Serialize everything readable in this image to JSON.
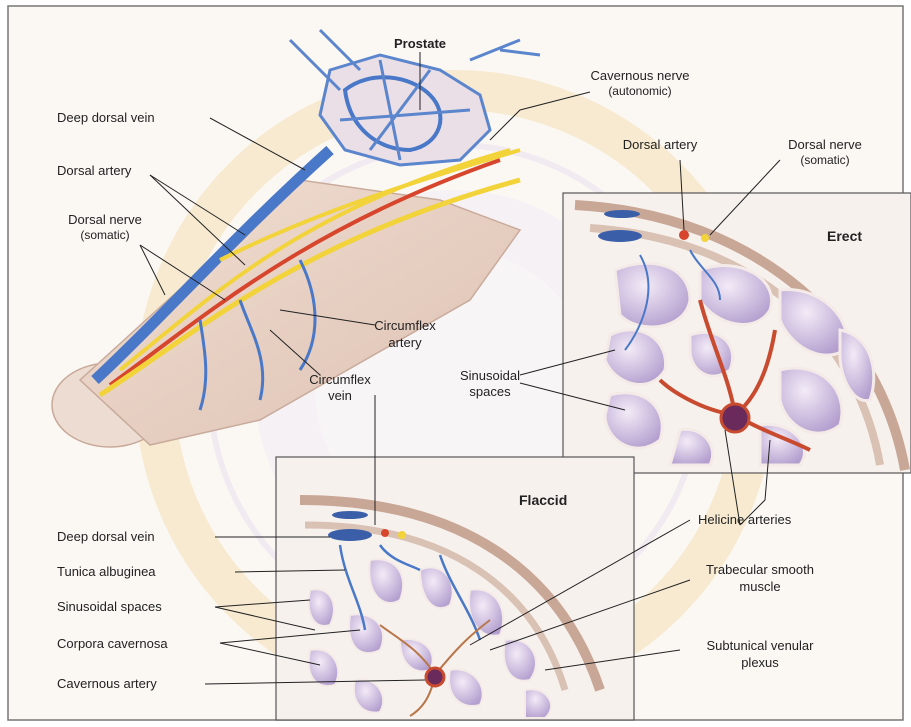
{
  "labels": {
    "prostate": "Prostate",
    "cavernous_nerve": "Cavernous nerve",
    "cavernous_nerve_sub": "(autonomic)",
    "deep_dorsal_vein_top": "Deep dorsal vein",
    "dorsal_artery_left": "Dorsal artery",
    "dorsal_nerve_left": "Dorsal nerve",
    "dorsal_nerve_left_sub": "(somatic)",
    "circumflex_artery_1": "Circumflex",
    "circumflex_artery_2": "artery",
    "circumflex_vein_1": "Circumflex",
    "circumflex_vein_2": "vein",
    "dorsal_artery_right": "Dorsal artery",
    "dorsal_nerve_right": "Dorsal nerve",
    "dorsal_nerve_right_sub": "(somatic)",
    "erect": "Erect",
    "sinusoidal_spaces_1": "Sinusoidal",
    "sinusoidal_spaces_2": "spaces",
    "flaccid": "Flaccid",
    "helicine_arteries": "Helicine arteries",
    "deep_dorsal_vein_bottom": "Deep dorsal vein",
    "tunica_albuginea": "Tunica albuginea",
    "sinusoidal_spaces_bottom": "Sinusoidal spaces",
    "corpora_cavernosa": "Corpora cavernosa",
    "cavernous_artery": "Cavernous artery",
    "trabecular_1": "Trabecular smooth",
    "trabecular_2": "muscle",
    "subtunical_1": "Subtunical venular",
    "subtunical_2": "plexus"
  },
  "colors": {
    "vein": "#4a78c8",
    "artery": "#d6452c",
    "nerve": "#f2d33a",
    "tissue": "#e9d3c8",
    "sinusoid": "#c8b3dc",
    "watermark": "#f4dfb4"
  }
}
